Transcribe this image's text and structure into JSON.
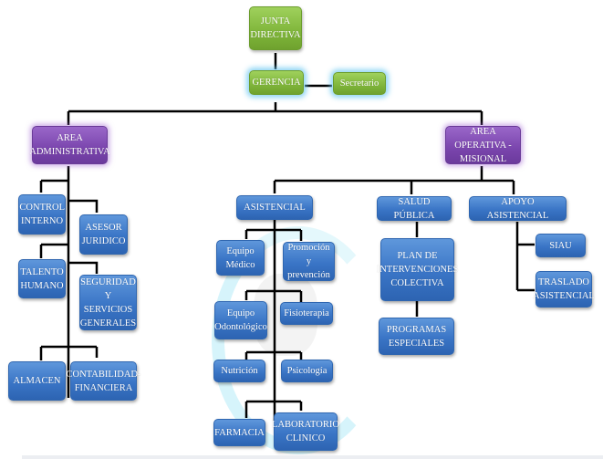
{
  "diagram": {
    "title": "Organigrama",
    "colors": {
      "governance": "#7fb53a",
      "area": "#7a45ad",
      "unit": "#3a75c6",
      "connector": "#000000"
    },
    "nodes": {
      "junta": "JUNTA DIRECTIVA",
      "gerencia": "GERENCIA",
      "secretario": "Secretario",
      "area_admin": "AREA ADMINISTRATIVA",
      "area_oper": "AREA OPERATIVA - MISIONAL",
      "control_interno": "CONTROL INTERNO",
      "asesor_juridico": "ASESOR JURIDICO",
      "talento_humano": "TALENTO HUMANO",
      "seguridad": "SEGURIDAD Y SERVICIOS GENERALES",
      "almacen": "ALMACEN",
      "contabilidad": "CONTABILIDAD-FINANCIERA",
      "asistencial": "ASISTENCIAL",
      "salud_publica": "SALUD PÚBLICA",
      "apoyo_asistencial": "APOYO ASISTENCIAL",
      "equipo_medico": "Equipo Médico",
      "promocion": "Promoción y prevención",
      "equipo_odonto": "Equipo Odontológico",
      "fisioterapia": "Fisioterapia",
      "nutricion": "Nutrición",
      "psicologia": "Psicología",
      "farmacia": "FARMACIA",
      "laboratorio": "LABORATORIO CLINICO",
      "plan_intervenciones": "PLAN DE INTERVENCIONES COLECTIVA",
      "programas_especiales": "PROGRAMAS ESPECIALES",
      "siau": "SIAU",
      "traslado": "TRASLADO ASISTENCIAL"
    }
  }
}
